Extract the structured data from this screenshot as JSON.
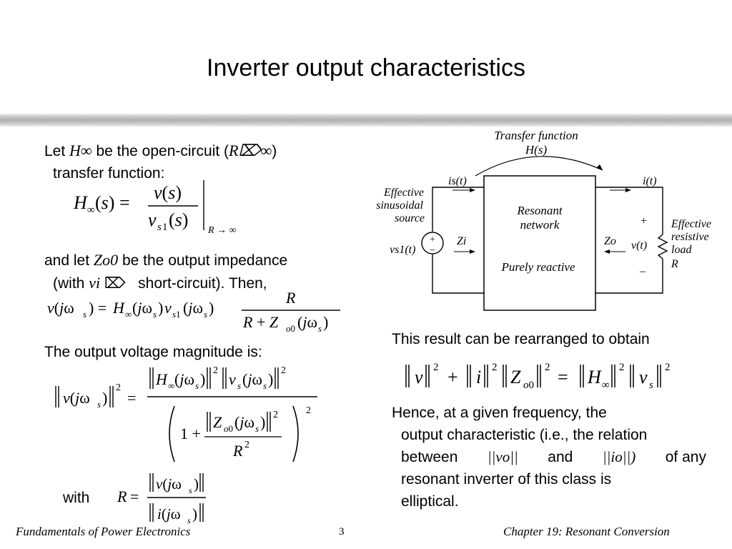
{
  "title": "Inverter output characteristics",
  "left": {
    "p1_let": "Let ",
    "p1_sym": "H∞",
    "p1_mid": " be the open-circuit (",
    "p1_cond": "R⌦∞",
    "p1_end": ")",
    "p1_line2": "transfer function:",
    "p2_let": "and let ",
    "p2_sym": "Zo0",
    "p2_mid": " be the output impedance",
    "p2_line2_a": "(with ",
    "p2_vi": "vi",
    "p2_arrow": "⌦",
    "p2_line2_b": "short-circuit). Then,",
    "p3": "The output voltage magnitude is:",
    "with": "with"
  },
  "right": {
    "p1": "This result can be rearranged to obtain",
    "p2_l1": "Hence, at a given frequency, the",
    "p2_l2": "output characteristic (i.e., the relation",
    "p2_l3a": "between",
    "p2_vo": "||vo||",
    "p2_l3b": "and",
    "p2_io": "||io||)",
    "p2_l3c": "of any",
    "p2_l4": "resonant inverter of this class is",
    "p2_l5": "elliptical."
  },
  "diagram": {
    "tf_label": "Transfer function",
    "tf_sym": "H(s)",
    "is": "is(t)",
    "it": "i(t)",
    "source": [
      "Effective",
      "sinusoidal",
      "source"
    ],
    "vs1": "vs1(t)",
    "zi": "Zi",
    "zo": "Zo",
    "network": [
      "Resonant",
      "network"
    ],
    "reactive": "Purely reactive",
    "plus": "+",
    "minus": "–",
    "vt": "v(t)",
    "load": [
      "Effective",
      "resistive",
      "load",
      "R"
    ]
  },
  "footer": {
    "left": "Fundamentals of Power Electronics",
    "page": "3",
    "right": "Chapter 19:  Resonant Conversion"
  }
}
